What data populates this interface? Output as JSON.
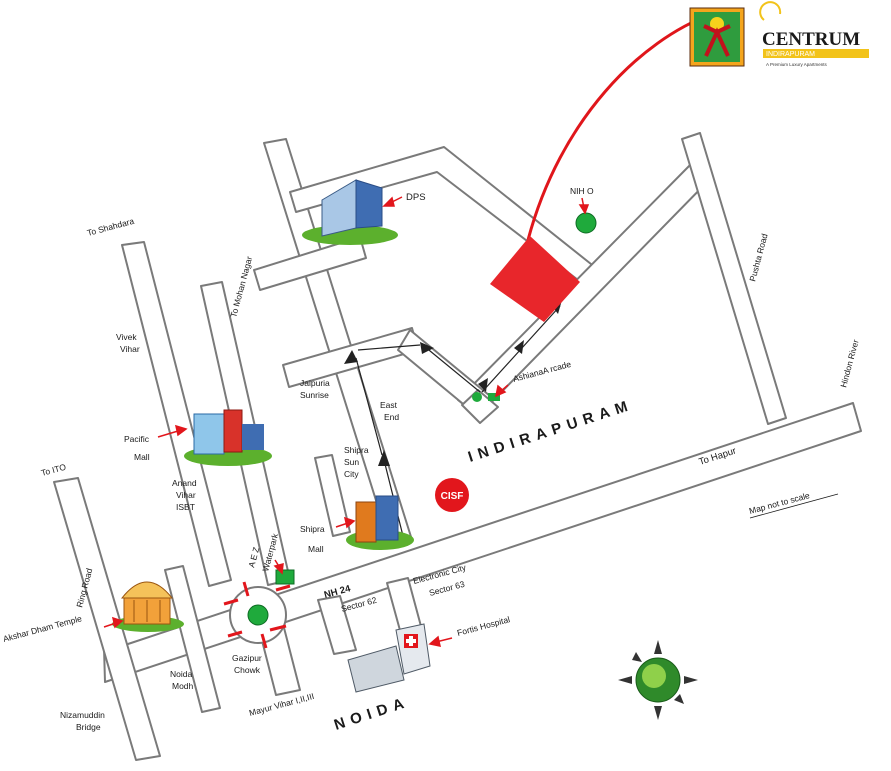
{
  "brand": {
    "logo_name": "CENTRUM",
    "logo_tagline": "INDIRAPURAM",
    "logo_subtitle": "A Premium Luxury Apartments"
  },
  "colors": {
    "site": "#e8262b",
    "marker": "#1faa3c",
    "cisf": "#e2161c",
    "curve": "#e0161b",
    "road_outline": "#7a7a7a"
  },
  "areas": {
    "indirapuram": "INDIRAPURAM",
    "noida": "NOIDA"
  },
  "roads": {
    "nh24": "NH 24",
    "to_hapur": "To Hapur",
    "to_shahdara": "To Shahdara",
    "to_mohan_nagar": "To Mohan Nagar",
    "to_ito": "To ITO",
    "ring_road": "Ring Road",
    "pushta_road": "Pushta Road",
    "hindon_river": "Hindon River"
  },
  "places": {
    "dps": "DPS",
    "niho": "NIH O",
    "ashiana_arcade": "AshianaA rcade",
    "cisf": "CISF",
    "jaipuria_line1": "Jaipuria",
    "jaipuria_line2": "Sunrise",
    "east_line1": "East",
    "east_line2": "End",
    "shipra_sun_line1": "Shipra",
    "shipra_sun_line2": "Sun",
    "shipra_sun_line3": "City",
    "shipra_mall_line1": "Shipra",
    "shipra_mall_line2": "Mall",
    "pacific_line1": "Pacific",
    "pacific_line2": "Mall",
    "vivek_line1": "Vivek",
    "vivek_line2": "Vihar",
    "anand_line1": "Anand",
    "anand_line2": "Vihar",
    "anand_line3": "ISBT",
    "aez_line1": "A E Z",
    "aez_line2": "Waterpark",
    "electronic_line1": "Electronic City",
    "electronic_line2": "Sector 63",
    "sector62": "Sector 62",
    "fortis": "Fortis Hospital",
    "akshar": "Akshar Dham Temple",
    "nizamuddin_line1": "Nizamuddin",
    "nizamuddin_line2": "Bridge",
    "noida_moth_line1": "Noida",
    "noida_moth_line2": "Modh",
    "gazipur_line1": "Gazipur",
    "gazipur_line2": "Chowk",
    "mayur_vihar": "Mayur Vihar I,II,III"
  },
  "notes": {
    "scale": "Map not to scale"
  },
  "compass": {
    "icon": "compass-icon"
  }
}
